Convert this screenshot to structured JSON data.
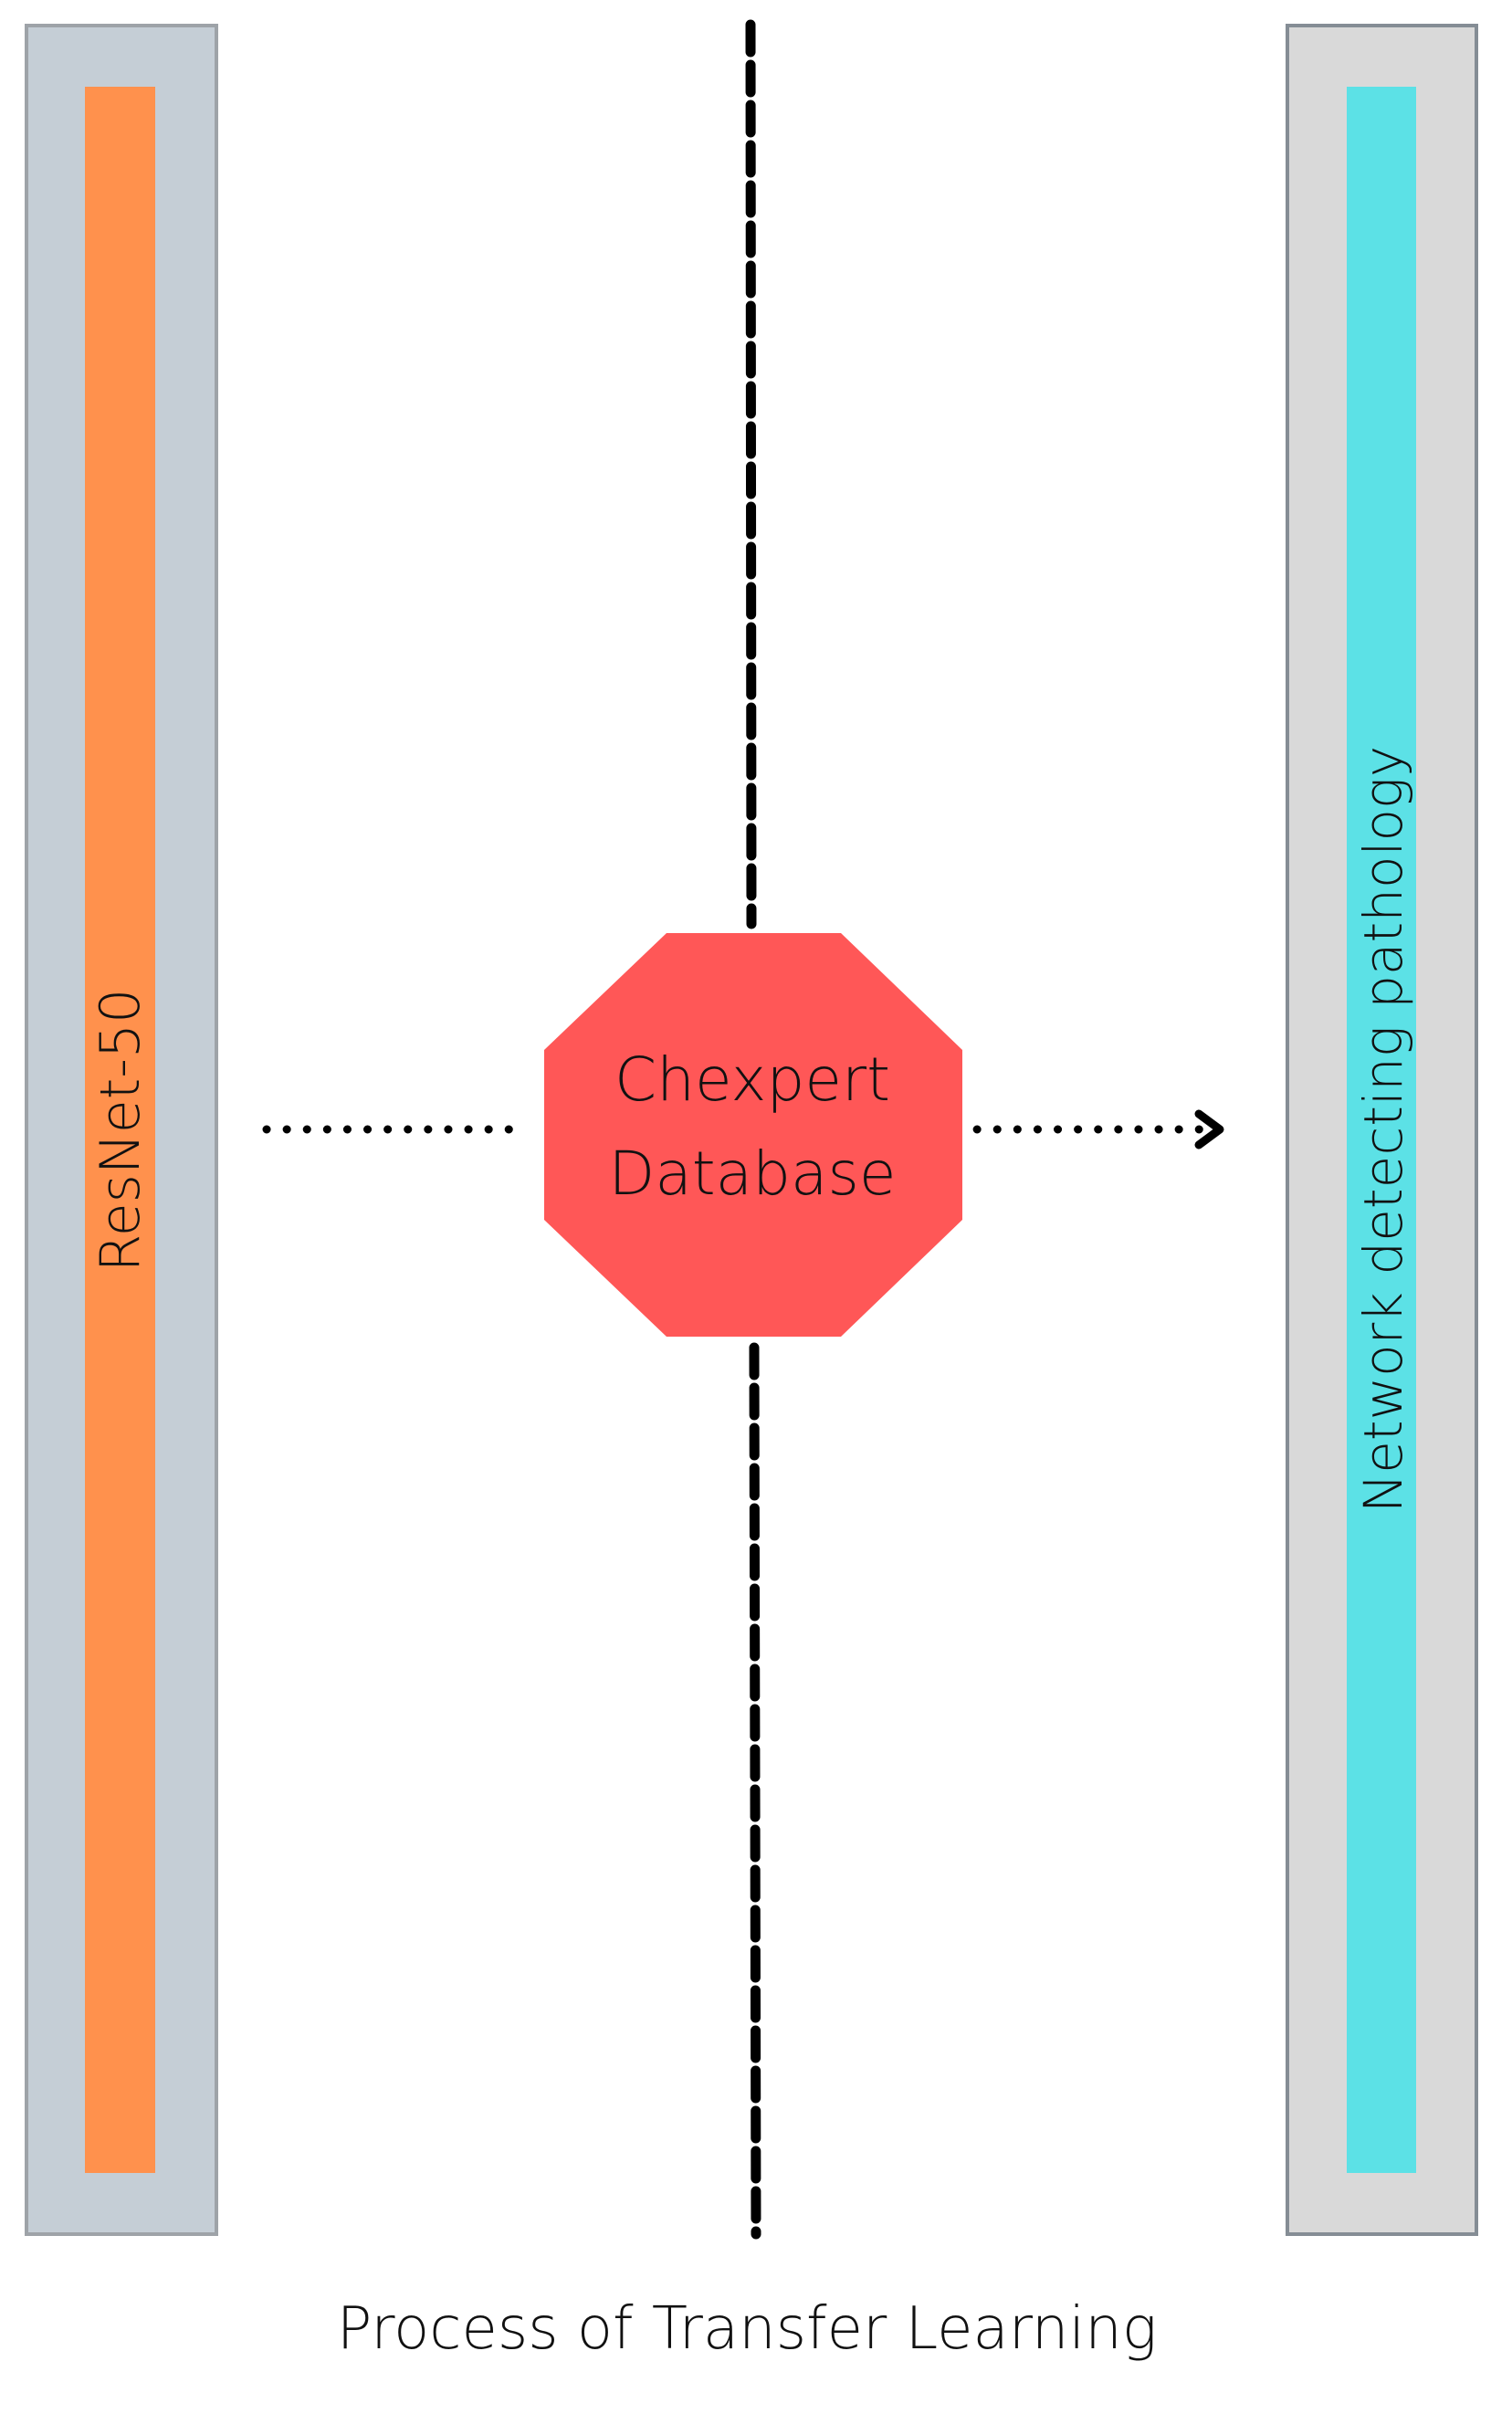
{
  "left_block": {
    "label": "ResNet-50",
    "fill": "#FF914D",
    "frame": "#C5CED6"
  },
  "right_block": {
    "label": "Network detecting pathology",
    "fill": "#5CE1E6",
    "frame": "#D9D9D9"
  },
  "center_node": {
    "line1": "Chexpert",
    "line2": "Database",
    "fill": "#FF5757"
  },
  "caption": "Process of Transfer Learning"
}
